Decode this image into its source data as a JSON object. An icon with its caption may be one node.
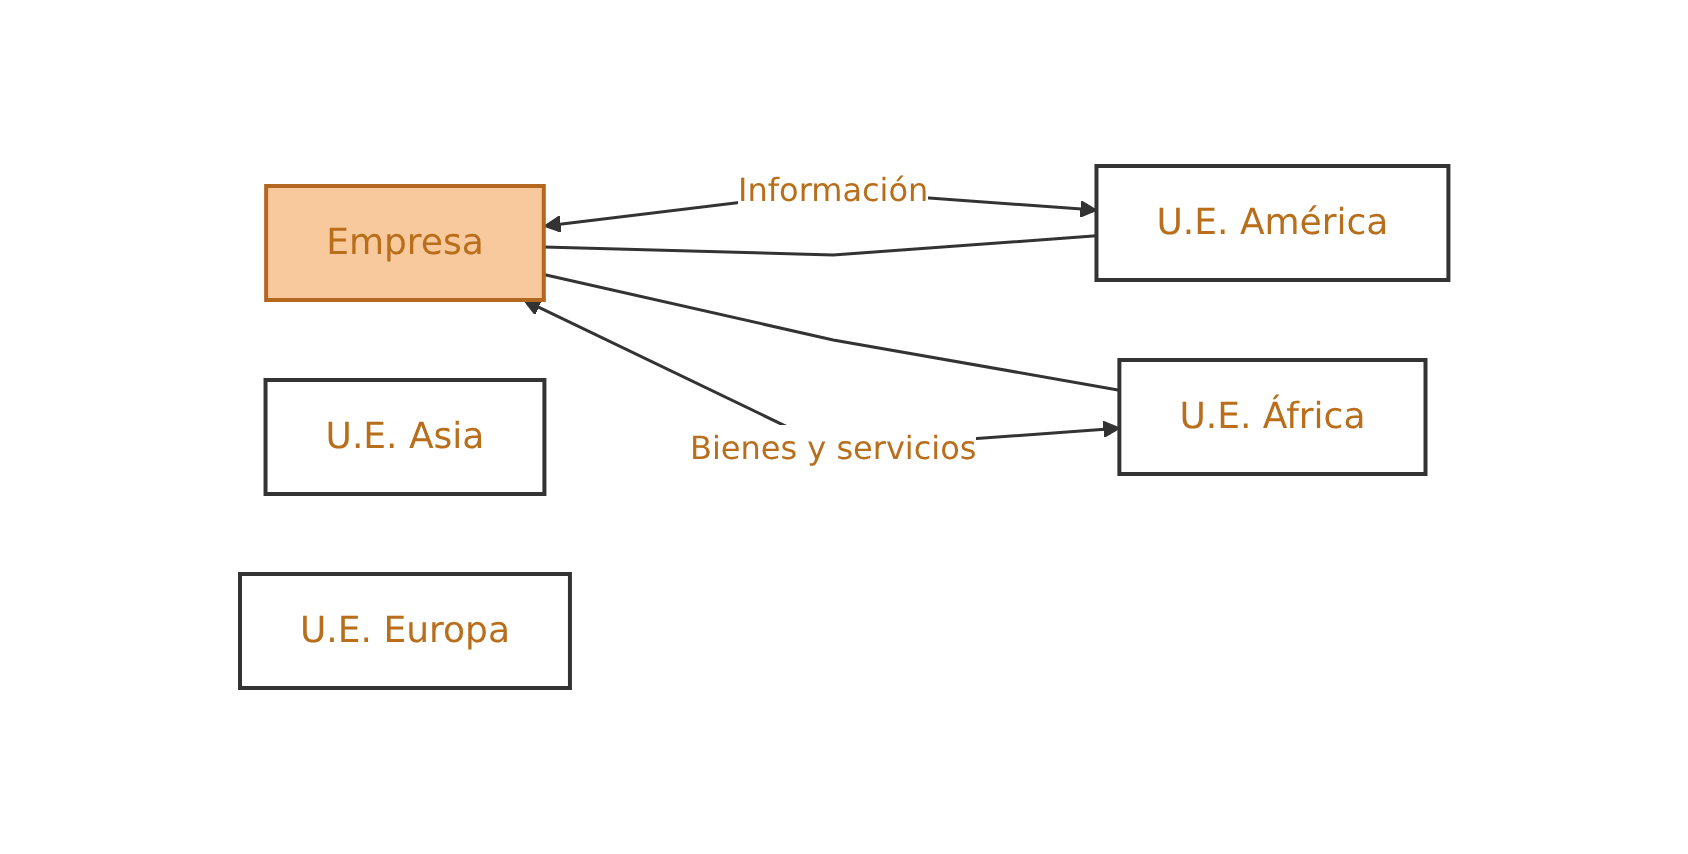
{
  "diagram": {
    "nodes": [
      {
        "text": [
          "Empresa"
        ]
      },
      {
        "text": [
          "U.E. América"
        ]
      },
      {
        "text": [
          "U.E. Asia"
        ]
      },
      {
        "text": [
          "U.E. Europa"
        ]
      },
      {
        "text": [
          "U.E. África"
        ]
      }
    ],
    "edges": [
      {
        "from": 0,
        "to": 1,
        "arrow": "both",
        "label": "Información"
      },
      {
        "from": 0,
        "to": 1,
        "arrow": "none"
      },
      {
        "from": 0,
        "to": 4,
        "arrow": "none"
      },
      {
        "from": 0,
        "to": 4,
        "arrow": "both",
        "label": "Bienes y servicios"
      }
    ]
  }
}
